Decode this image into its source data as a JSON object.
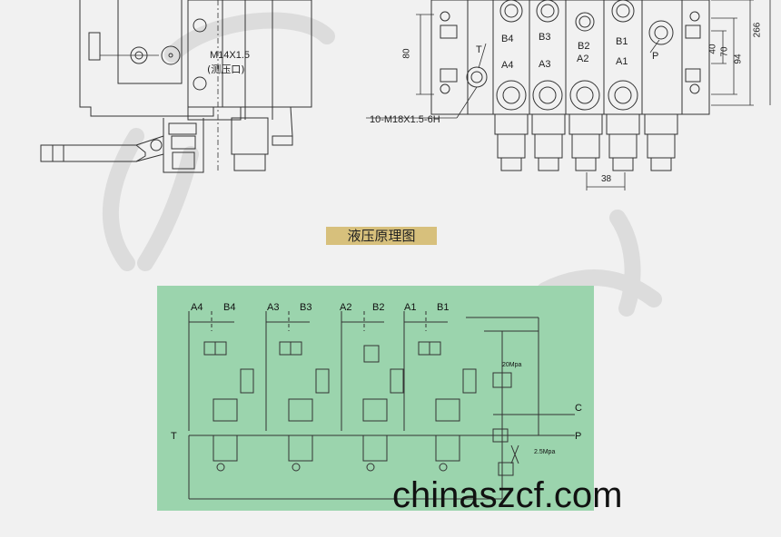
{
  "drawing": {
    "port_label": "M14X1.5",
    "port_note": "(测压口)",
    "thread_callout": "10-M18X1.5-6H",
    "ports_top": [
      "B4",
      "B3",
      "B2",
      "B1"
    ],
    "ports_bottom": [
      "A4",
      "A3",
      "A2",
      "A1"
    ],
    "port_t": "T",
    "port_p": "P",
    "dim_80": "80",
    "dim_40": "40",
    "dim_70": "70",
    "dim_94": "94",
    "dim_266": "266",
    "dim_38": "38"
  },
  "section": {
    "title": "液压原理图"
  },
  "schematic": {
    "top_ports": [
      "A4",
      "B4",
      "A3",
      "B3",
      "A2",
      "B2",
      "A1",
      "B1"
    ],
    "left_port": "T",
    "right_port_c": "C",
    "right_port_p": "P",
    "relief_main": "20Mpa",
    "relief_low": "2.5Mpa"
  },
  "watermark": {
    "text": "chinaszcf.com"
  },
  "colors": {
    "background": "#f1f1f1",
    "schematic_bg": "#9bd4ad",
    "title_bg": "#d7c07c",
    "line": "#333333"
  }
}
